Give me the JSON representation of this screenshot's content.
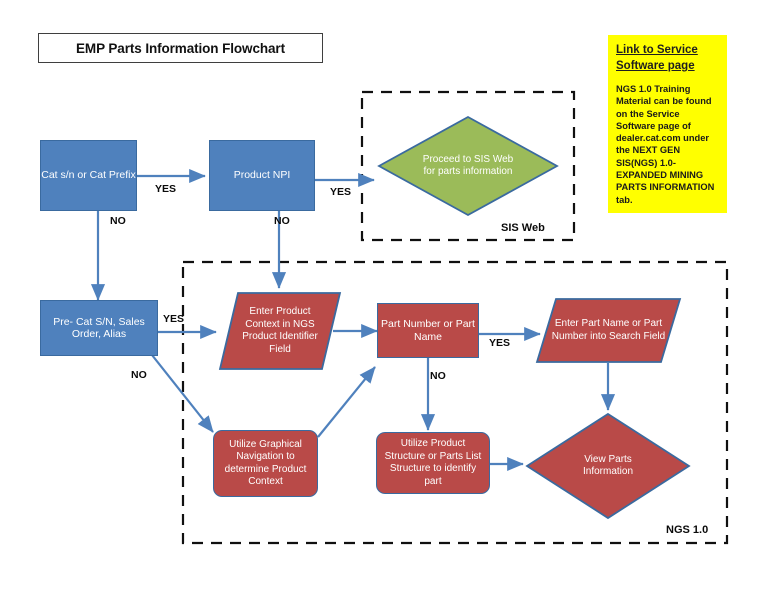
{
  "title": "EMP Parts Information Flowchart",
  "note": {
    "link_text": "Link to Service Software page",
    "body": "NGS 1.0 Training Material can be found on the Service Software page of dealer.cat.com under the NEXT GEN SIS(NGS) 1.0-EXPANDED MINING PARTS INFORMATION tab."
  },
  "colors": {
    "blue": "#4f81bd",
    "red": "#b94a48",
    "green": "#9bbb59",
    "yellow": "#ffff00",
    "arrow": "#4f81bd",
    "border": "#3a6a9f",
    "outline": "#3f3f3f"
  },
  "nodes": {
    "cat_sn_prefix": "Cat s/n or Cat Prefix",
    "product_npi": "Product NPI",
    "proceed_sis": "Proceed to SIS Web for parts information",
    "pre_cat": "Pre- Cat S/N, Sales Order, Alias",
    "enter_product_context": "Enter Product Context in NGS Product Identifier Field",
    "part_number_or_name": "Part Number or Part Name",
    "enter_part_search": "Enter Part Name or Part Number into Search Field",
    "utilize_graphical_nav": "Utilize Graphical Navigation to determine Product Context",
    "utilize_product_structure": "Utilize Product Structure or Parts List Structure to identify part",
    "view_parts_info": "View Parts Information"
  },
  "edge_labels": {
    "yes_1": "YES",
    "no_1": "NO",
    "yes_2": "YES",
    "no_2": "NO",
    "yes_3": "YES",
    "no_3": "NO",
    "yes_4": "YES",
    "no_4": "NO"
  },
  "groups": {
    "sis_web": "SIS Web",
    "ngs": "NGS 1.0"
  }
}
